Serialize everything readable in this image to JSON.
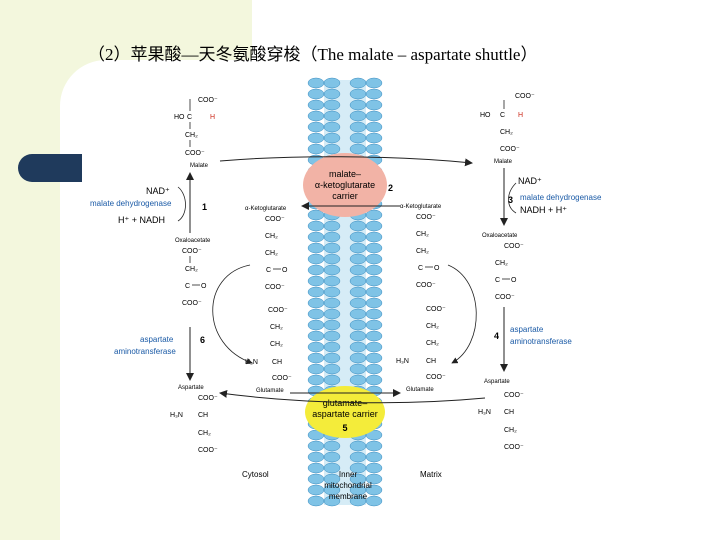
{
  "title": "（2）苹果酸—天冬氨酸穿梭（The malate – aspartate shuttle）",
  "colors": {
    "membrane": "#7fc3e6",
    "membrane_dark": "#3f8ec0",
    "carrier1": "#f2b3a6",
    "carrier2": "#f4ec3a",
    "enzyme_text": "#1a5aa6",
    "accent": "#1f3a5c",
    "hydrogen_red": "#cc2a1a"
  },
  "carriers": {
    "malate_kg": [
      "malate–",
      "α-ketoglutarate",
      "carrier"
    ],
    "malate_kg_number": "2",
    "glu_asp": [
      "glutamate–",
      "aspartate carrier"
    ],
    "glu_asp_number": "5"
  },
  "cytosol": {
    "malate_top": {
      "coo_top": "COO⁻",
      "ho": "HO",
      "c": "C",
      "h": "H",
      "ch2": "CH₂",
      "coo_bottom": "COO⁻",
      "name": "Malate"
    },
    "nad_plus": "NAD⁺",
    "dehydrogenase": [
      "malate dehydrogenase"
    ],
    "nadh": "H⁺ + NADH",
    "step1": "1",
    "oaa": {
      "name": "Oxaloacetate",
      "coo_top": "COO⁻",
      "ch2": "CH₂",
      "c": "C",
      "o": "O",
      "coo_bottom": "COO⁻"
    },
    "kg_label": "α-Ketoglutarate",
    "kg_struct": {
      "coo_top": "COO⁻",
      "ch2a": "CH₂",
      "ch2b": "CH₂",
      "c": "C",
      "o": "O",
      "coo_bottom": "COO⁻"
    },
    "glu_struct": {
      "coo_top": "COO⁻",
      "ch2a": "CH₂",
      "ch2b": "CH₂",
      "h3n": "H₃N",
      "ch": "CH",
      "coo_bottom": "COO⁻"
    },
    "glu_label": "Glutamate",
    "transaminase": [
      "aspartate",
      "aminotransferase"
    ],
    "step6": "6",
    "asp": {
      "name": "Aspartate",
      "coo_top": "COO⁻",
      "h3n": "H₃N",
      "ch": "CH",
      "ch2": "CH₂",
      "coo_bottom": "COO⁻"
    },
    "label": "Cytosol"
  },
  "matrix": {
    "malate": {
      "coo_top": "COO⁻",
      "ho": "HO",
      "c": "C",
      "h": "H",
      "ch2": "CH₂",
      "coo_bottom": "COO⁻",
      "name": "Malate"
    },
    "nad_plus": "NAD⁺",
    "dehydrogenase": [
      "malate dehydrogenase"
    ],
    "nadh": "NADH + H⁺",
    "step3": "3",
    "kg_label": "α-Ketoglutarate",
    "kg_struct": {
      "coo_top": "COO⁻",
      "ch2a": "CH₂",
      "ch2b": "CH₂",
      "c": "C",
      "o": "O",
      "coo_bottom": "COO⁻"
    },
    "oaa": {
      "name": "Oxaloacetate",
      "coo_top": "COO⁻",
      "ch2": "CH₂",
      "c": "C",
      "o": "O",
      "coo_bottom": "COO⁻"
    },
    "glu_struct": {
      "coo_top": "COO⁻",
      "ch2a": "CH₂",
      "ch2b": "CH₂",
      "h3n": "H₃N",
      "ch": "CH",
      "coo_bottom": "COO⁻"
    },
    "glu_label": "Glutamate",
    "transaminase": [
      "aspartate",
      "aminotransferase"
    ],
    "step4": "4",
    "asp": {
      "name": "Aspartate",
      "coo_top": "COO⁻",
      "h3n": "H₃N",
      "ch": "CH",
      "ch2": "CH₂",
      "coo_bottom": "COO⁻"
    },
    "label": "Matrix"
  },
  "membrane_label": [
    "Inner",
    "mitochondrial",
    "membrane"
  ]
}
